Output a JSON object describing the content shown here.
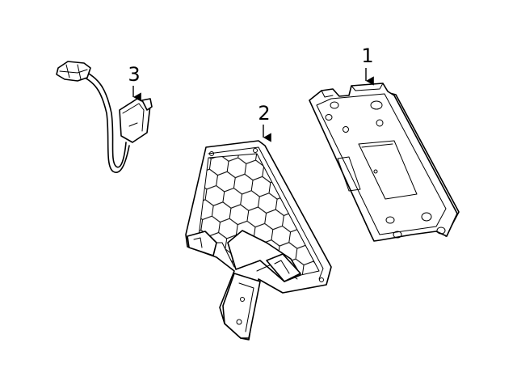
{
  "callouts": [
    {
      "label": "1",
      "part": "control-module"
    },
    {
      "label": "2",
      "part": "mounting-bracket"
    },
    {
      "label": "3",
      "part": "wire-harness"
    }
  ],
  "colors": {
    "line": "#000000",
    "background": "#ffffff"
  }
}
